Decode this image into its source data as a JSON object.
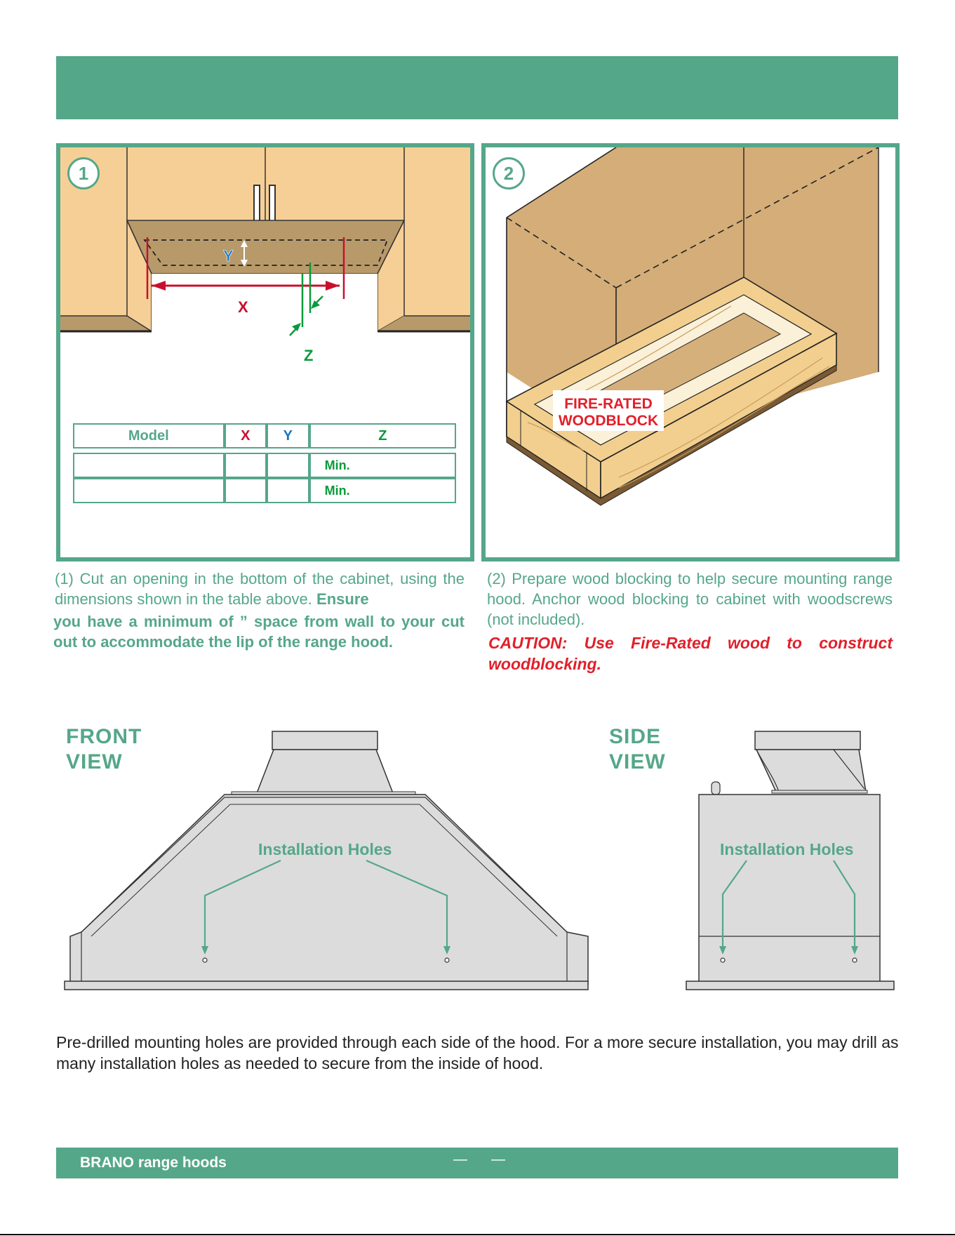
{
  "step1": {
    "badge": "1",
    "labels": {
      "y": "Y",
      "x": "X",
      "z": "Z"
    },
    "table": {
      "headers": [
        "Model",
        "X",
        "Y",
        "Z"
      ],
      "rows": [
        {
          "model": "",
          "x": "",
          "y": "",
          "z": "Min."
        },
        {
          "model": "",
          "x": "",
          "y": "",
          "z": "Min."
        }
      ]
    },
    "caption_line1": "(1) Cut an opening in the bottom of the cabinet, using the dimensions shown in the table above.",
    "caption_ensure": "Ensure",
    "caption_bold": "you have a minimum of      ” space from wall to your cut out to accommodate the lip of the range hood."
  },
  "step2": {
    "badge": "2",
    "fire_label_1": "FIRE-RATED",
    "fire_label_2": "WOODBLOCK",
    "caption": "(2) Prepare wood blocking to help secure mounting range hood.  Anchor wood blocking to cabinet with woodscrews (not included).",
    "caution": "CAUTION: Use Fire-Rated wood to construct woodblocking."
  },
  "front_view": {
    "label_1": "FRONT",
    "label_2": "VIEW",
    "holes_label": "Installation Holes"
  },
  "side_view": {
    "label_1": "SIDE",
    "label_2": "VIEW",
    "holes_label": "Installation Holes"
  },
  "body_text": "Pre-drilled mounting holes are provided through each side of the hood. For a more secure installation, you may drill as many installation holes as needed to secure from the inside of hood.",
  "footer": {
    "brand": "BRANO range hoods",
    "dash": "—"
  },
  "colors": {
    "accent": "#55a789",
    "red": "#e1202b",
    "blue": "#1a78c2",
    "green": "#0a9a3a",
    "cabinet": "#f6cf96",
    "wood": "#f2cf8f"
  }
}
